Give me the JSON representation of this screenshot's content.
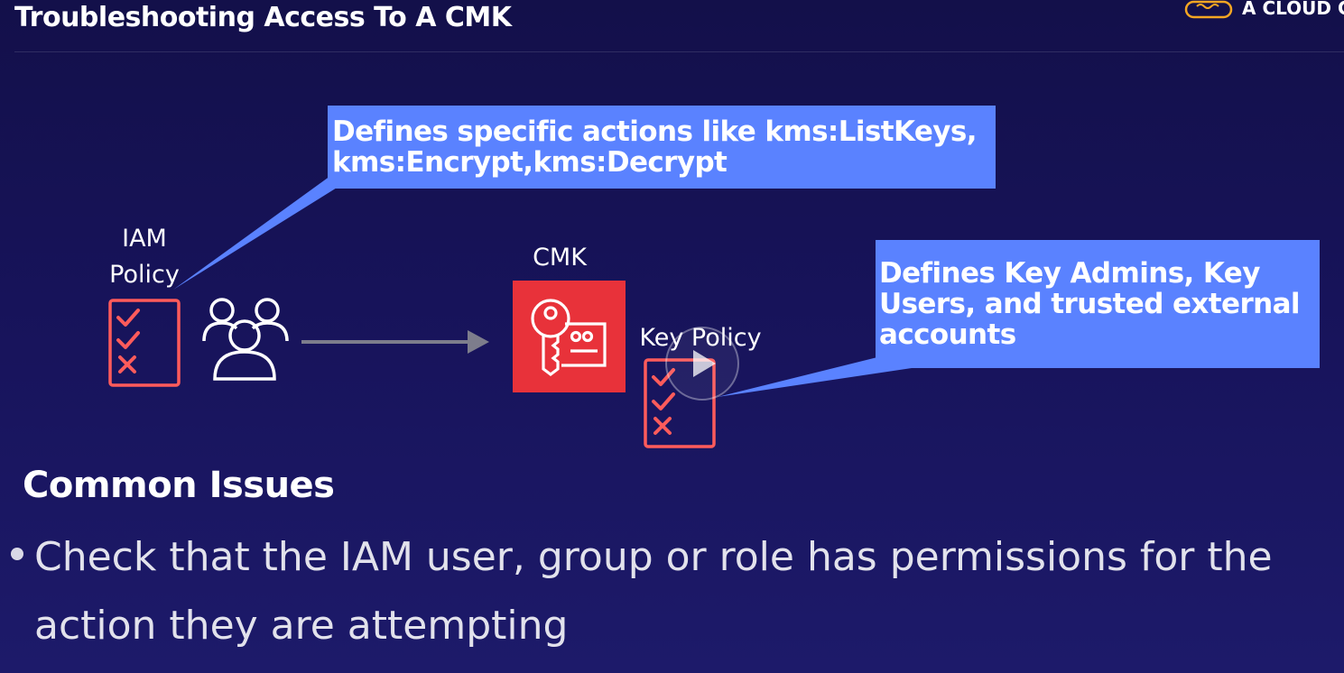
{
  "slide": {
    "title": "Troubleshooting Access To A CMK",
    "brand_text": "A CLOUD G"
  },
  "diagram": {
    "iam_policy_label_line1": "IAM",
    "iam_policy_label_line2": "Policy",
    "cmk_label": "CMK",
    "key_policy_label": "Key Policy",
    "callout_iam": {
      "line1": "Defines specific actions like kms:ListKeys,",
      "line2": "kms:Encrypt,kms:Decrypt"
    },
    "callout_key_policy": {
      "line1": "Defines Key Admins, Key",
      "line2": "Users, and trusted external",
      "line3": "accounts"
    }
  },
  "common_issues": {
    "heading": "Common Issues",
    "bullets": [
      "Check that the IAM user, group or role has permissions for the action they are attempting"
    ]
  },
  "colors": {
    "background": "#17135a",
    "callout": "#5a82ff",
    "policy_icon": "#ff5b5b",
    "cmk_icon_bg": "#e8323a",
    "arrow": "#7d7d8c",
    "brand_accent": "#f5a623"
  },
  "icons": {
    "iam_policy": "checklist-icon",
    "users": "users-group-icon",
    "arrow": "right-arrow-icon",
    "cmk": "kms-key-icon",
    "key_policy": "checklist-icon",
    "play": "play-icon",
    "brand": "cloud-brain-logo-icon"
  }
}
